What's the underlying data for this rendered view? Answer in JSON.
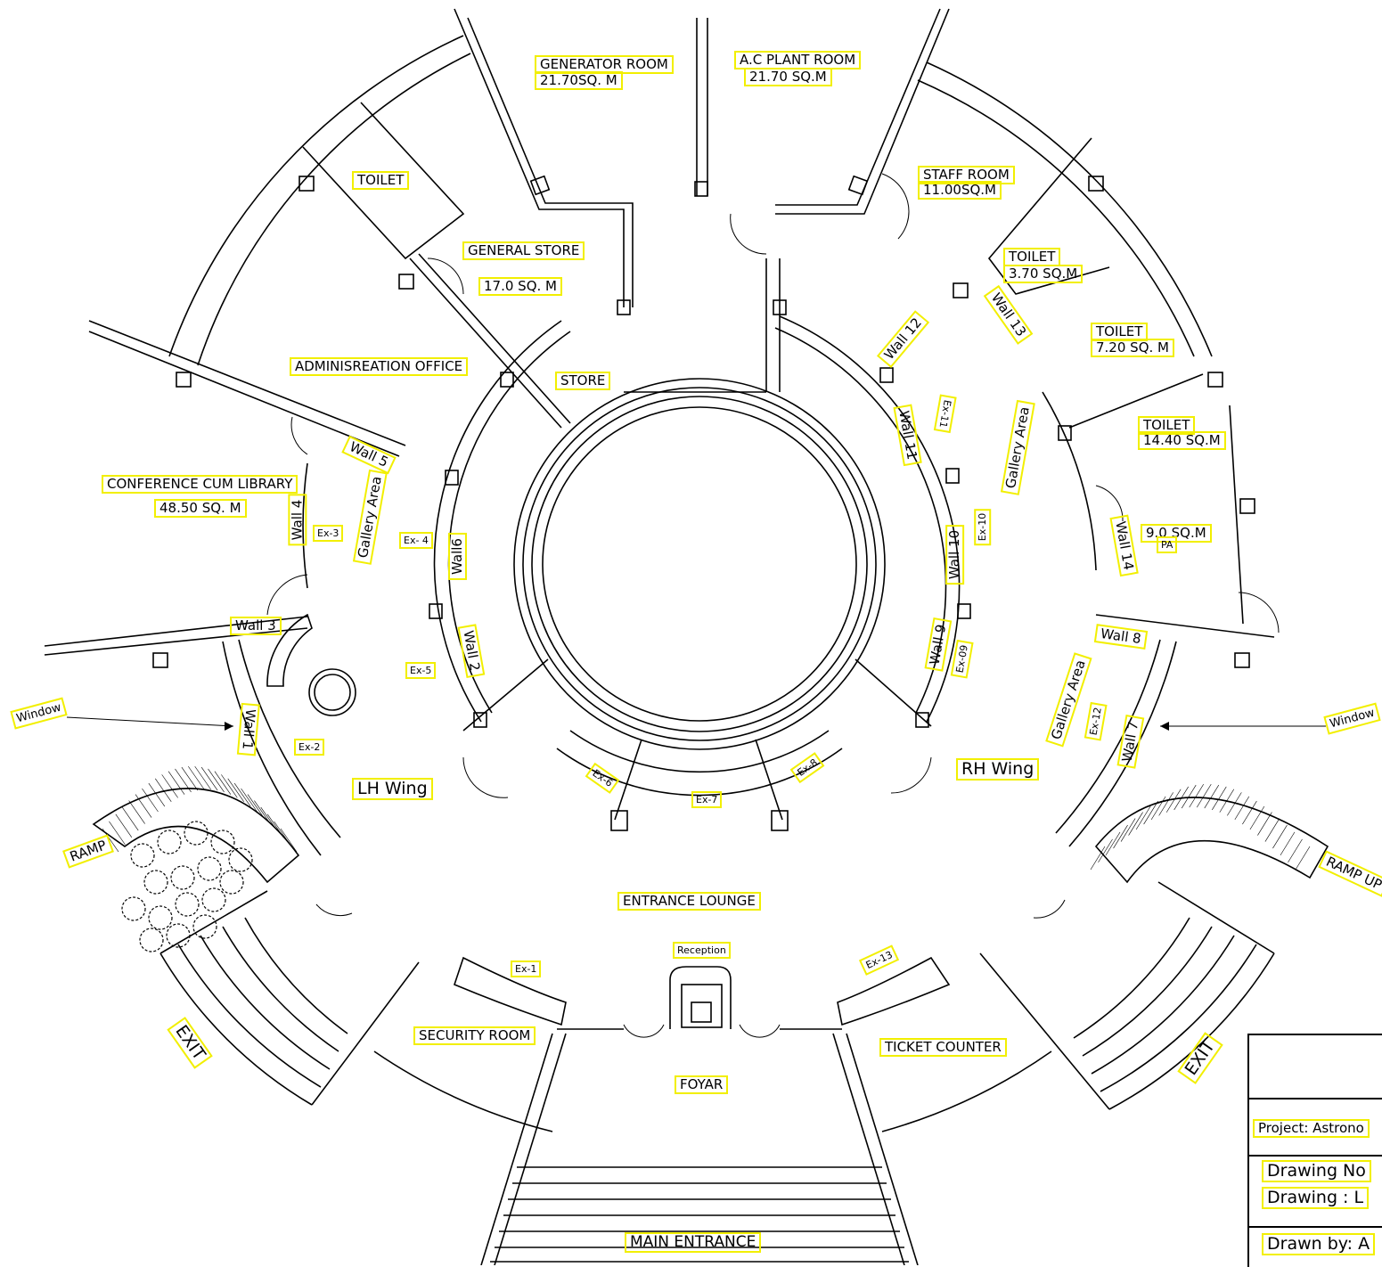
{
  "labels": {
    "generator_room": "GENERATOR ROOM",
    "generator_area": "21.70SQ. M",
    "ac_plant_room": "A.C PLANT ROOM",
    "ac_plant_area": "21.70 SQ.M",
    "toilet_1": "TOILET",
    "general_store": "GENERAL STORE",
    "general_store_area": "17.0 SQ. M",
    "staff_room": "STAFF ROOM",
    "staff_room_area": "11.00SQ.M",
    "toilet_2": "TOILET",
    "toilet_2_area": "3.70 SQ.M",
    "toilet_3": "TOILET",
    "toilet_3_area": "7.20 SQ. M",
    "toilet_4": "TOILET",
    "toilet_4_area": "14.40 SQ.M",
    "administration_office": "ADMINISREATION OFFICE",
    "store": "STORE",
    "conference_library": "CONFERENCE CUM LIBRARY",
    "conference_area": "48.50 SQ. M",
    "pa_area": "9.0 SQ.M",
    "pa": "PA",
    "gallery_area": "Gallery Area",
    "lh_wing": "LH Wing",
    "rh_wing": "RH Wing",
    "window": "Window",
    "ramp": "RAMP",
    "ramp_up": "RAMP UP",
    "entrance_lounge": "ENTRANCE  LOUNGE",
    "reception": "Reception",
    "security_room": "SECURITY ROOM",
    "ticket_counter": "TICKET COUNTER",
    "foyar": "FOYAR",
    "main_entrance": "MAIN ENTRANCE",
    "exit": "EXIT",
    "walls": {
      "w1": "Wall 1",
      "w2": "Wall 2",
      "w3": "Wall 3",
      "w4": "Wall 4",
      "w5": "Wall 5",
      "w6": "Wall6",
      "w7": "Wall 7",
      "w8": "Wall 8",
      "w9": "Wall 9",
      "w10": "Wall 10",
      "w11": "Wall 11",
      "w12": "Wall 12",
      "w13": "Wall 13",
      "w14": "Wall 14"
    },
    "exhibits": {
      "ex1": "Ex-1",
      "ex2": "Ex-2",
      "ex3": "Ex-3",
      "ex4": "Ex- 4",
      "ex5": "Ex-5",
      "ex6": "Ex-6",
      "ex7": "Ex-7",
      "ex8": "Ex-8",
      "ex9": "Ex-09",
      "ex10": "Ex-10",
      "ex11": "Ex-11",
      "ex12": "Ex-12",
      "ex13": "Ex-13"
    }
  },
  "title_block": {
    "project": "Project:  Astrono",
    "drawing_no": "Drawing No",
    "drawing": "Drawing : L",
    "drawn_by": "Drawn by:  A"
  },
  "colors": {
    "label_border": "#f2ef00",
    "line": "#000000",
    "background": "#ffffff"
  }
}
